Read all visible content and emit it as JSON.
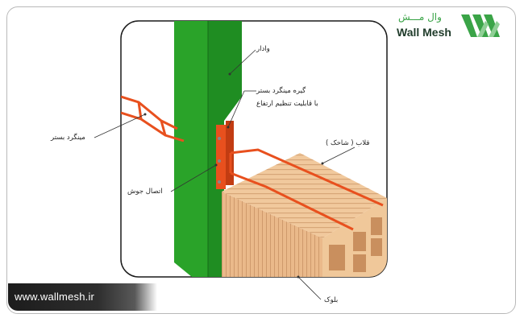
{
  "brand": {
    "name_fa": "وال مـــش",
    "name_en": "Wall Mesh",
    "website": "www.wallmesh.ir",
    "green": "#3aa447"
  },
  "labels": {
    "column": "وادار",
    "clamp_line1": "گیره مینگرد بستر",
    "clamp_line2": "با قابلیت تنظیم ارتفاع",
    "mesh": "مینگرد بستر",
    "hook": "قلاب ( شاخک )",
    "weld": "اتصال جوش",
    "block": "بلوک"
  },
  "colors": {
    "column": "#2aa329",
    "column_dark": "#1b7a1c",
    "rebar": "#e8501e",
    "block": "#f0c89a",
    "block_dark": "#c9946a",
    "leader": "#333333"
  }
}
